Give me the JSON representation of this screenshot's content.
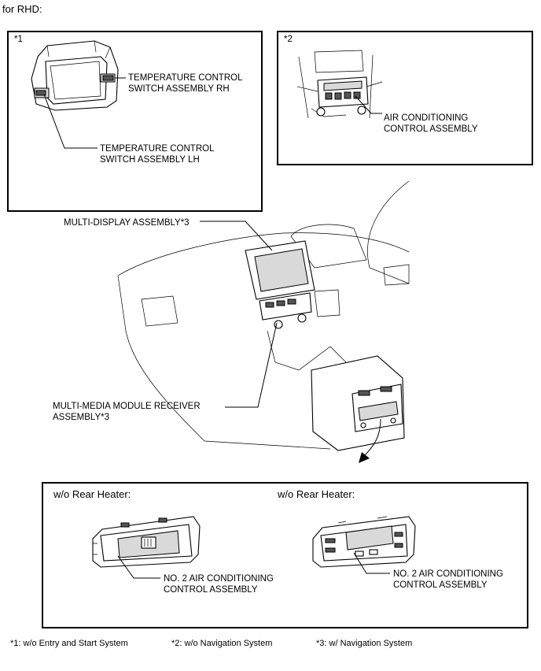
{
  "header": {
    "title": "for RHD:"
  },
  "panel1": {
    "tag": "*1",
    "label_rh_line1": "TEMPERATURE CONTROL",
    "label_rh_line2": "SWITCH ASSEMBLY RH",
    "label_lh_line1": "TEMPERATURE CONTROL",
    "label_lh_line2": "SWITCH ASSEMBLY LH"
  },
  "panel2": {
    "tag": "*2",
    "label_line1": "AIR CONDITIONING",
    "label_line2": "CONTROL ASSEMBLY"
  },
  "dashboard": {
    "multi_display": "MULTI-DISPLAY ASSEMBLY*3",
    "multimedia_line1": "MULTI-MEDIA MODULE RECEIVER",
    "multimedia_line2": "ASSEMBLY*3"
  },
  "rear_panel": {
    "left_heading": "w/o Rear Heater:",
    "right_heading": "w/o Rear Heater:",
    "left_label_line1": "NO. 2 AIR CONDITIONING",
    "left_label_line2": "CONTROL ASSEMBLY",
    "right_label_line1": "NO. 2 AIR CONDITIONING",
    "right_label_line2": "CONTROL ASSEMBLY"
  },
  "footnotes": {
    "note1": "*1: w/o Entry and Start System",
    "note2": "*2: w/o Navigation System",
    "note3": "*3: w/ Navigation System"
  }
}
